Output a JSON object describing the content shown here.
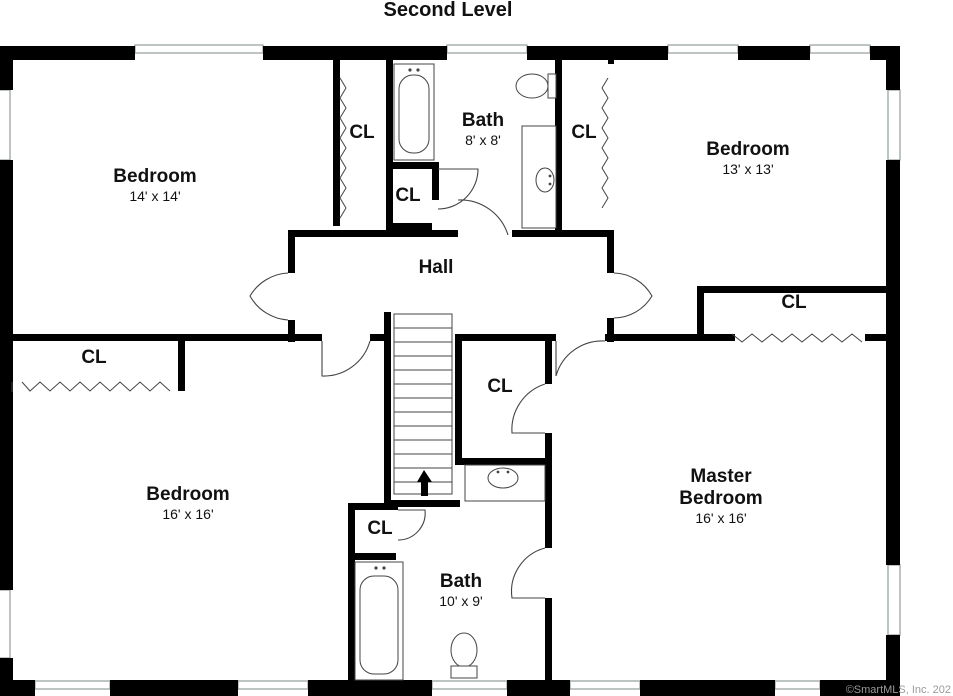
{
  "title": "Second Level",
  "watermark": "©SmartMLS, Inc. 202",
  "rooms": {
    "bedroom_nw": {
      "name": "Bedroom",
      "dims": "14' x 14'"
    },
    "bath_top": {
      "name": "Bath",
      "dims": "8' x 8'"
    },
    "bedroom_ne": {
      "name": "Bedroom",
      "dims": "13' x 13'"
    },
    "hall": {
      "name": "Hall"
    },
    "bedroom_sw": {
      "name": "Bedroom",
      "dims": "16' x 16'"
    },
    "master": {
      "name_line1": "Master",
      "name_line2": "Bedroom",
      "dims": "16' x 16'"
    },
    "bath_bottom": {
      "name": "Bath",
      "dims": "10' x 9'"
    }
  },
  "closets": {
    "cl_nw": "CL",
    "cl_ne": "CL",
    "cl_bath": "CL",
    "cl_east": "CL",
    "cl_west": "CL",
    "cl_center": "CL",
    "cl_bottom": "CL"
  },
  "colors": {
    "wall": "#000000",
    "fixture": "#444444",
    "window": "#9aa4a4"
  }
}
